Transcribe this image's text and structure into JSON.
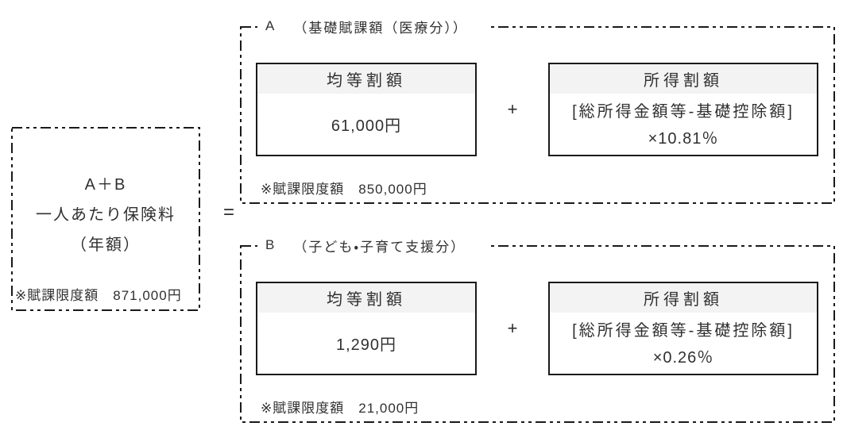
{
  "colors": {
    "background": "#ffffff",
    "border": "#1a1a1a",
    "text": "#303030",
    "box_header_bg": "#f3f3f3"
  },
  "total_box": {
    "formula": "A＋B",
    "label": "一人あたり保険料",
    "period": "（年額）",
    "limit_note": "※賦課限度額　871,000円"
  },
  "equals_sign": "=",
  "sections": [
    {
      "label_letter": "A",
      "label_title": "（基礎賦課額（医療分））",
      "per_capita": {
        "header": "均等割額",
        "value": "61,000円"
      },
      "plus_sign": "+",
      "income_based": {
        "header": "所得割額",
        "formula_line1": "[総所得金額等-基礎控除額]",
        "formula_line2": "×10.81％"
      },
      "limit_note": "※賦課限度額　850,000円"
    },
    {
      "label_letter": "B",
      "label_title": "（子ども・子育て支援分）",
      "per_capita": {
        "header": "均等割額",
        "value": "1,290円"
      },
      "plus_sign": "+",
      "income_based": {
        "header": "所得割額",
        "formula_line1": "[総所得金額等-基礎控除額]",
        "formula_line2": "×0.26％"
      },
      "limit_note": "※賦課限度額　21,000円"
    }
  ]
}
